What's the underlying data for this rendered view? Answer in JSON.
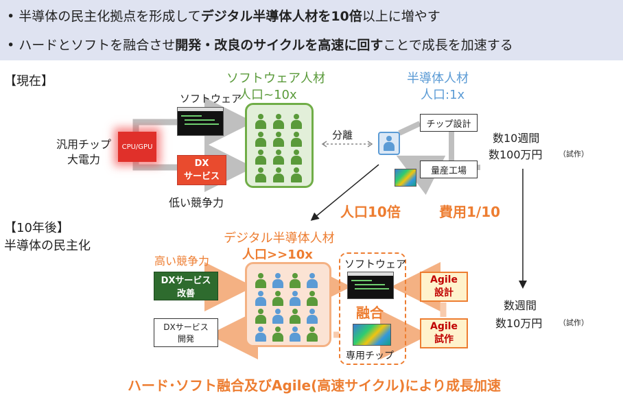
{
  "banner": {
    "line1": {
      "bullet": "•",
      "p1": "半導体の民主化拠点を形成して",
      "b1": "デジタル半導体人材を10倍",
      "p2": "以上に増やす"
    },
    "line2": {
      "bullet": "•",
      "p1": "ハードとソフトを融合させ",
      "b1": "開発・改良のサイクルを高速に回す",
      "p2": "ことで成長を加速する"
    }
  },
  "current": {
    "heading": "【現在】",
    "chip_label": "CPU/GPU",
    "general_chip_line1": "汎用チップ",
    "general_chip_line2": "大電力",
    "software_label": "ソフトウェア",
    "dx_line1": "DX",
    "dx_line2": "サービス",
    "low_competitiveness": "低い競争力",
    "software_talent_title": "ソフトウェア人材",
    "software_talent_count": "人口~10x",
    "separation": "分離",
    "semi_talent_title": "半導体人材",
    "semi_talent_count": "人口:1x",
    "chip_design": "チップ設計",
    "mass_factory": "量産工場",
    "cost_time": "数10週間",
    "cost_money": "数100万円",
    "trial_note": "（試作）"
  },
  "middle": {
    "population_10x": "人口10倍",
    "cost_1_10": "費用1/10"
  },
  "future": {
    "heading": "【10年後】",
    "subheading": "半導体の民主化",
    "high_competitiveness": "高い競争力",
    "dx_improve_line1": "DXサービス",
    "dx_improve_line2": "改善",
    "dx_dev_line1": "DXサービス",
    "dx_dev_line2": "開発",
    "digital_talent_title": "デジタル半導体人材",
    "digital_talent_count": "人口>>10x",
    "software_label": "ソフトウェア",
    "fusion": "融合",
    "dedicated_chip": "専用チップ",
    "agile_design_line1": "Agile",
    "agile_design_line2": "設計",
    "agile_trial_line1": "Agile",
    "agile_trial_line2": "試作",
    "cost_time": "数週間",
    "cost_money": "数10万円",
    "trial_note": "（試作）",
    "conclusion": "ハード･ソフト融合及びAgile(高速サイクル)により成長加速"
  },
  "colors": {
    "green": "#5a9a3a",
    "orange": "#ed7d31",
    "blue": "#5b9bd5",
    "red": "#d9302c",
    "dark_green": "#2e6b2e",
    "banner_bg": "#dfe3f1"
  }
}
